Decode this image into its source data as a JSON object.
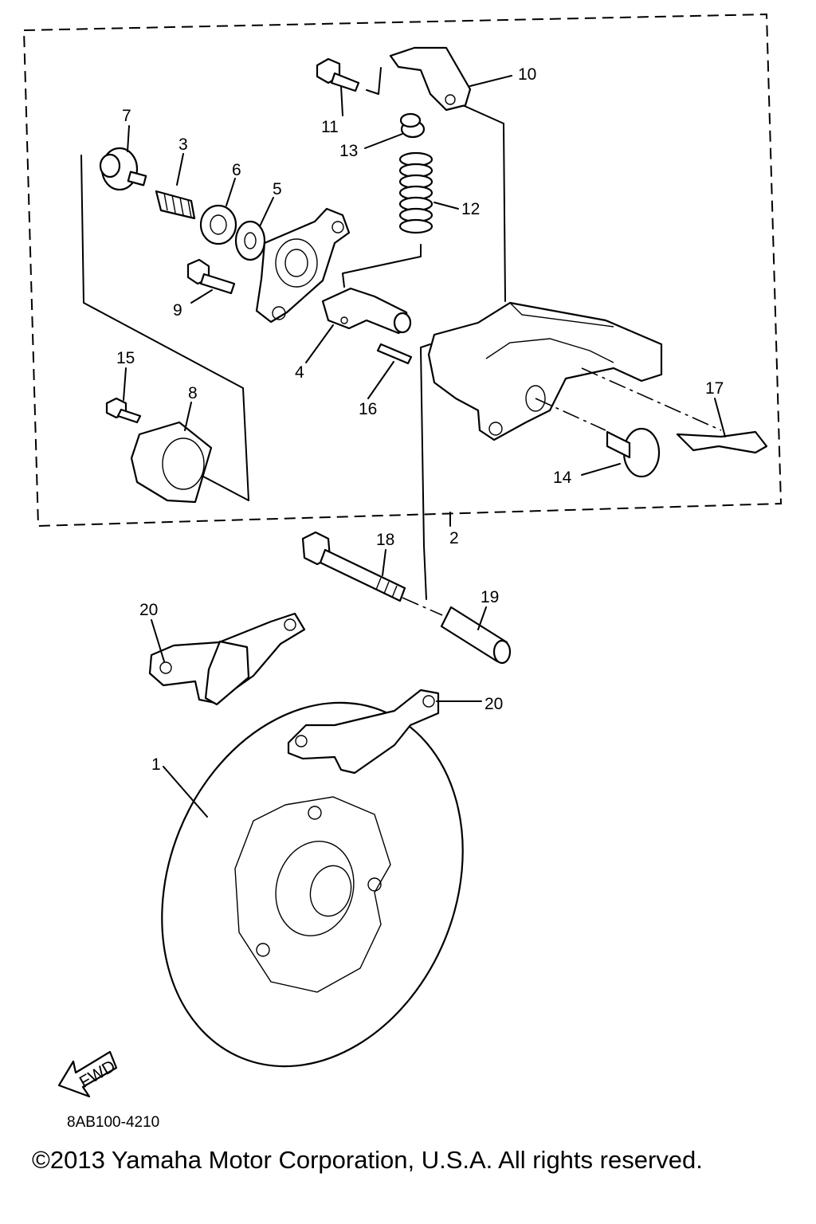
{
  "diagram": {
    "callouts": [
      "1",
      "2",
      "3",
      "4",
      "5",
      "6",
      "7",
      "8",
      "9",
      "10",
      "11",
      "12",
      "13",
      "14",
      "15",
      "16",
      "17",
      "18",
      "19",
      "20",
      "20"
    ],
    "direction_label": "FWD",
    "drawing_code": "8AB100-4210",
    "copyright": "©2013 Yamaha Motor Corporation, U.S.A. All rights reserved."
  }
}
